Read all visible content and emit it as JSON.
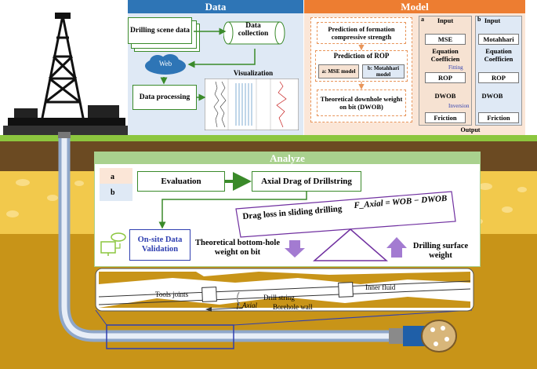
{
  "panels": {
    "data_title": "Data",
    "model_title": "Model",
    "analyze_title": "Analyze"
  },
  "data_panel": {
    "drilling_scene": "Drilling scene data",
    "data_collection": "Data collection",
    "web": "Web",
    "visualization": "Visualization",
    "data_processing": "Data processing"
  },
  "model_panel": {
    "prediction_formation": "Prediction of formation compressive strength",
    "prediction_rop": "Prediction of ROP",
    "mse_model": "a: MSE model",
    "motahhari_model": "b: Motahhari model",
    "theoretical_dwob": "Theoretical downhole weight on bit (DWOB)",
    "col_a_label": "a",
    "col_b_label": "b",
    "col_a": [
      "Input",
      "MSE",
      "Equation Coefficien",
      "ROP",
      "DWOB",
      "Friction"
    ],
    "col_b": [
      "Input",
      "Motahhari",
      "Equation Coefficien",
      "ROP",
      "DWOB",
      "Friction"
    ],
    "fitting": "Fitting",
    "inversion": "Inversion",
    "output": "Output"
  },
  "analyze_panel": {
    "a": "a",
    "b": "b",
    "evaluation": "Evaluation",
    "axial_drag": "Axial Drag of Drillstring",
    "onsite": "On-site Data Validation",
    "drag_loss": "Drag loss in sliding drilling",
    "formula": "F_Axial = WOB − DWOB",
    "theoretical_bhwob": "Theoretical bottom-hole weight on bit",
    "drilling_surface": "Drilling surface weight"
  },
  "wellbore": {
    "tools_joints": "Tools joints",
    "drill_string": "Drill string",
    "inner_fluid": "Inner fluid",
    "borehole_wall": "Borehole wall",
    "f_axial": "f_Axial"
  },
  "colors": {
    "data_header": "#2e75b6",
    "model_header": "#ed7d31",
    "analyze_header": "#a9d18e",
    "green": "#3a8a2a",
    "purple": "#7030a0",
    "pipe_blue": "#2f3fb0"
  }
}
